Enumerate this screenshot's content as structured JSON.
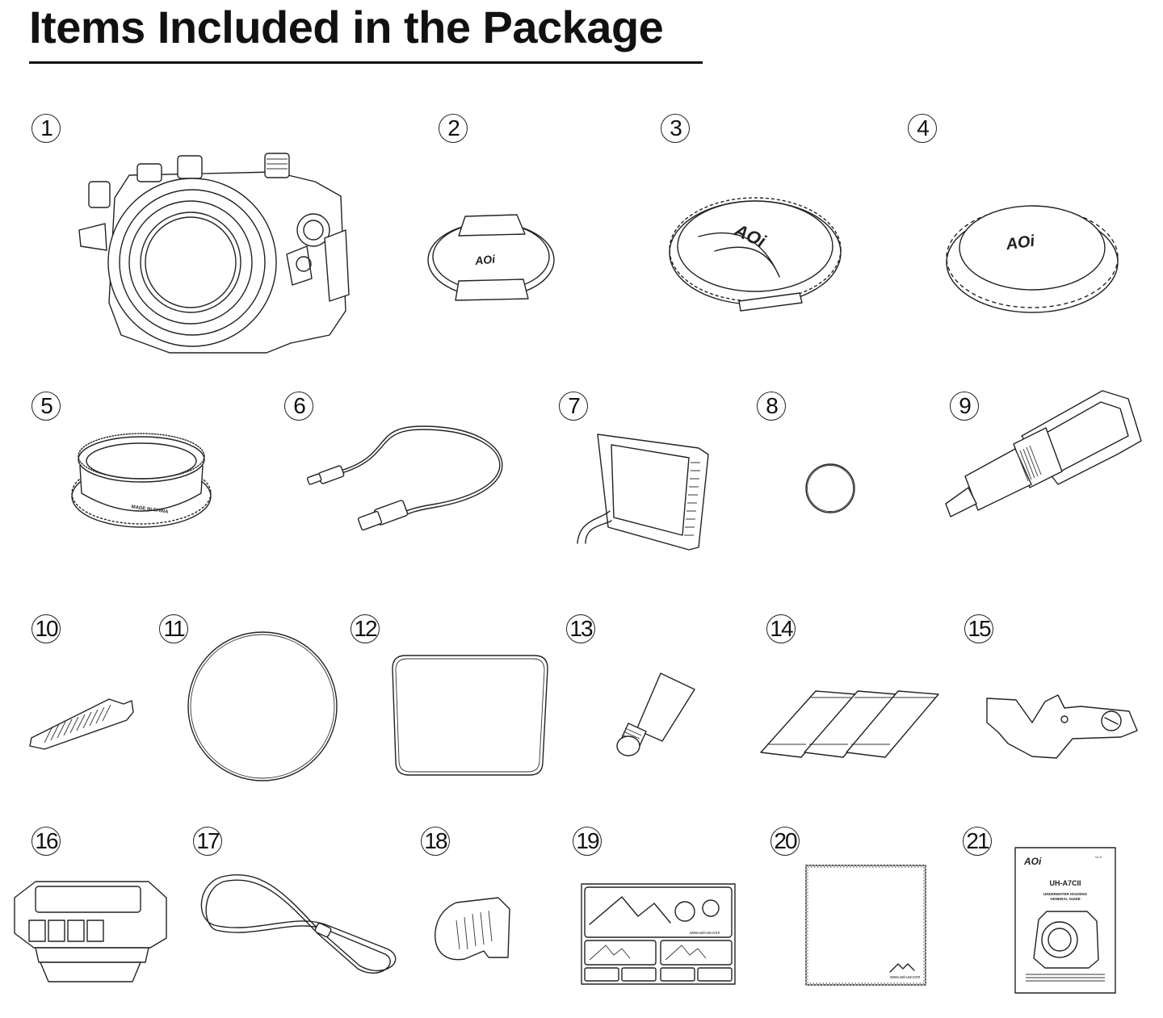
{
  "document": {
    "title": "Items Included in the Package"
  },
  "items": [
    {
      "number": "1",
      "icon": "underwater-housing-icon"
    },
    {
      "number": "2",
      "icon": "lens-cap-icon"
    },
    {
      "number": "3",
      "icon": "front-port-cap-icon"
    },
    {
      "number": "4",
      "icon": "body-cap-icon"
    },
    {
      "number": "5",
      "icon": "zoom-gear-ring-icon"
    },
    {
      "number": "6",
      "icon": "usb-cable-icon"
    },
    {
      "number": "7",
      "icon": "lcd-hood-icon"
    },
    {
      "number": "8",
      "icon": "small-o-ring-icon"
    },
    {
      "number": "9",
      "icon": "o-ring-remover-tool-icon"
    },
    {
      "number": "10",
      "icon": "o-ring-pick-icon"
    },
    {
      "number": "11",
      "icon": "port-o-ring-icon"
    },
    {
      "number": "12",
      "icon": "housing-o-ring-icon"
    },
    {
      "number": "13",
      "icon": "silicone-grease-tube-icon"
    },
    {
      "number": "14",
      "icon": "moisture-absorber-strips-icon"
    },
    {
      "number": "15",
      "icon": "tray-mount-bracket-icon"
    },
    {
      "number": "16",
      "icon": "cold-shoe-adapter-icon"
    },
    {
      "number": "17",
      "icon": "lanyard-icon"
    },
    {
      "number": "18",
      "icon": "fiber-optic-cap-icon"
    },
    {
      "number": "19",
      "icon": "sticker-sheet-icon"
    },
    {
      "number": "20",
      "icon": "cleaning-cloth-icon"
    },
    {
      "number": "21",
      "icon": "general-guide-booklet-icon"
    }
  ],
  "printed_text": {
    "gear_ring_marking": "MADE IN CHINA",
    "sticker_url": "www.aoi-uw.com",
    "cloth_url": "www.aoi-uw.com",
    "guide_model": "UH-A7CII",
    "guide_subtitle_1": "UNDERWATER HOUSING",
    "guide_subtitle_2": "GENERAL GUIDE",
    "guide_version": "V1.0"
  }
}
